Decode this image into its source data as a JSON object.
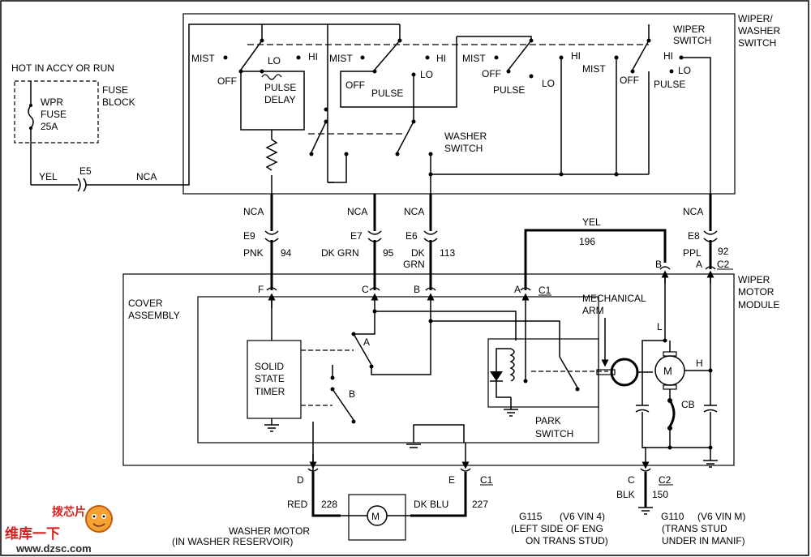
{
  "supply": {
    "hot_label": "HOT IN ACCY OR RUN",
    "fuse_block": [
      "FUSE",
      "BLOCK"
    ],
    "fuse": [
      "WPR",
      "FUSE",
      "25A"
    ]
  },
  "wires": {
    "yel": "YEL",
    "e5": "E5",
    "nca_feed": "NCA",
    "nca_e9": "NCA",
    "nca_e7": "NCA",
    "nca_e6": "NCA",
    "nca_e8": "NCA",
    "e9": "E9",
    "e7": "E7",
    "e6": "E6",
    "e8": "E8",
    "pnk": "PNK",
    "c94": "94",
    "dkgrn": "DK GRN",
    "c95": "95",
    "dk": "DK",
    "grn": "GRN",
    "c113": "113",
    "ppl": "PPL",
    "c92": "92",
    "yel_top": "YEL",
    "c196": "196",
    "red": "RED",
    "c228": "228",
    "dkblu": "DK BLU",
    "c227": "227",
    "blk": "BLK",
    "c150": "150"
  },
  "switch": {
    "title": [
      "WIPER/",
      "WASHER",
      "SWITCH"
    ],
    "wiper_switch": [
      "WIPER",
      "SWITCH"
    ],
    "washer_switch": [
      "WASHER",
      "SWITCH"
    ],
    "mist": "MIST",
    "off": "OFF",
    "lo": "LO",
    "hi": "HI",
    "pulse": "PULSE",
    "pulse_delay": [
      "PULSE",
      "DELAY"
    ]
  },
  "module": {
    "title": [
      "WIPER",
      "MOTOR",
      "MODULE"
    ],
    "cover": [
      "COVER",
      "ASSEMBLY"
    ],
    "timer": [
      "SOLID",
      "STATE",
      "TIMER"
    ],
    "relay_a": "A",
    "relay_b": "B",
    "mech_arm": [
      "MECHANICAL",
      "ARM"
    ],
    "park": [
      "PARK",
      "SWITCH"
    ],
    "motor": "M",
    "cb": "CB",
    "l": "L",
    "h": "H"
  },
  "connectors": {
    "f": "F",
    "c": "C",
    "b": "B",
    "a": "A",
    "c1": "C1",
    "b2": "B",
    "a2": "A",
    "c2": "C2",
    "d": "D",
    "e": "E",
    "c1b": "C1",
    "c_low": "C",
    "c2b": "C2"
  },
  "washer_motor": {
    "label": "WASHER MOTOR",
    "sub": "(IN WASHER RESERVOIR)",
    "motor": "M"
  },
  "grounds": {
    "g115": "G115",
    "g115_note": "(V6 VIN 4)",
    "g115_loc": [
      "(LEFT SIDE OF ENG",
      "ON TRANS STUD)"
    ],
    "g110": "G110",
    "g110_note": "(V6 VIN M)",
    "g110_loc": [
      "(TRANS STUD",
      "UNDER IN MANIF)"
    ]
  },
  "watermark": {
    "cn": "维库一下",
    "url": "www.dzsc.com",
    "logo": "拨芯片"
  }
}
